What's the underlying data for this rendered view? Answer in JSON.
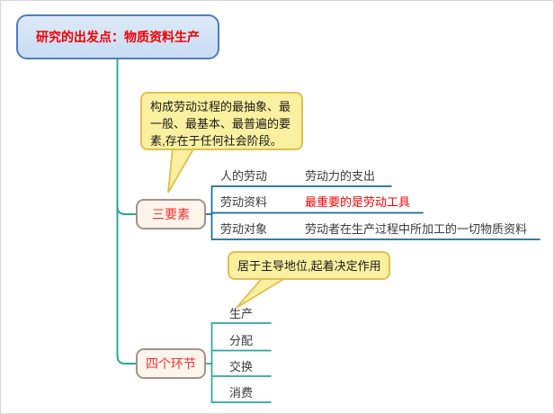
{
  "mindmap": {
    "root": {
      "label": "研究的出发点：物质资料生产"
    },
    "branch_elements": {
      "label": "三要素",
      "callout": "构成劳动过程的最抽象、最一般、最基本、最普遍的要素,存在于任何社会阶段。",
      "children": [
        {
          "label": "人的劳动",
          "note": "劳动力的支出"
        },
        {
          "label": "劳动资料",
          "note": "最重要的是劳动工具"
        },
        {
          "label": "劳动对象",
          "note": "劳动者在生产过程中所加工的一切物质资料"
        }
      ]
    },
    "branch_links": {
      "label": "四个环节",
      "callout": "居于主导地位,起着决定作用",
      "children": [
        {
          "label": "生产"
        },
        {
          "label": "分配"
        },
        {
          "label": "交换"
        },
        {
          "label": "消费"
        }
      ]
    },
    "colors": {
      "root_fill": "#d3e3f7",
      "root_border": "#4f7dbe",
      "root_text": "#f20000",
      "topic_fill": "#fdf5ec",
      "topic_border": "#a39386",
      "topic_text": "#fb2b2b",
      "trunk_line": "#2aa79e",
      "elements_branch_line": "#156e94",
      "links_branch_line": "#2aa79e",
      "callout_fill": "#fbf0a0",
      "callout_border": "#dec050",
      "body_text": "#3a3a3a",
      "highlight_text": "#ff0000"
    }
  }
}
